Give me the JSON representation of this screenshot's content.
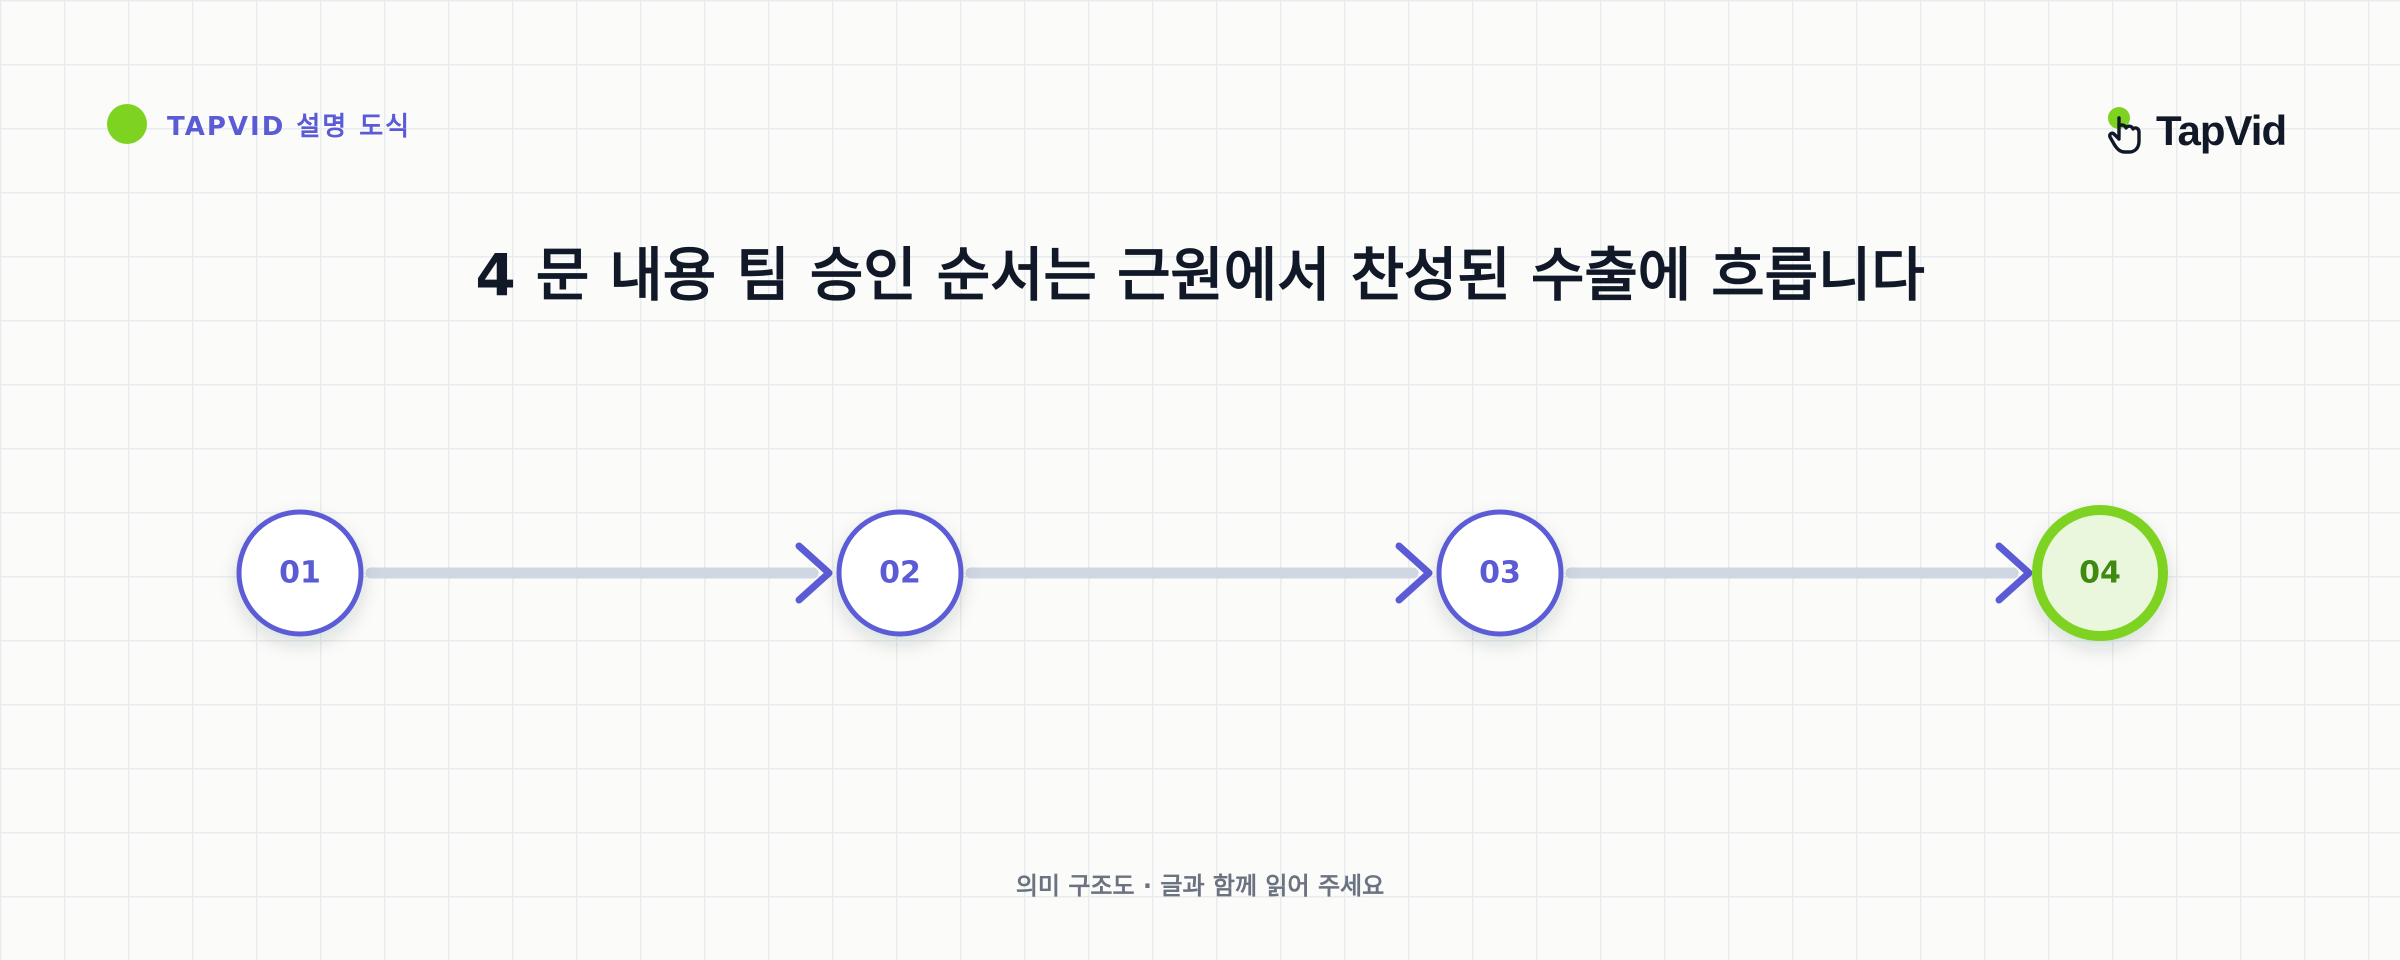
{
  "header": {
    "brand_label": "TAPVID 설명 도식",
    "logo_text": "TapVid"
  },
  "title": "4 문 내용 팀 승인 순서는 근원에서 찬성된 수출에 흐릅니다",
  "steps": [
    {
      "label": "01",
      "state": "default"
    },
    {
      "label": "02",
      "state": "default"
    },
    {
      "label": "03",
      "state": "default"
    },
    {
      "label": "04",
      "state": "highlight"
    }
  ],
  "caption": "의미 구조도 · 글과 함께 읽어 주세요",
  "colors": {
    "accent": "#5b5bd6",
    "highlight_ring": "#7ed321",
    "highlight_fill": "#eaf7dd",
    "highlight_text": "#3f8a10",
    "connector": "#cfd7e3",
    "title": "#111827",
    "caption": "#6b7280"
  }
}
